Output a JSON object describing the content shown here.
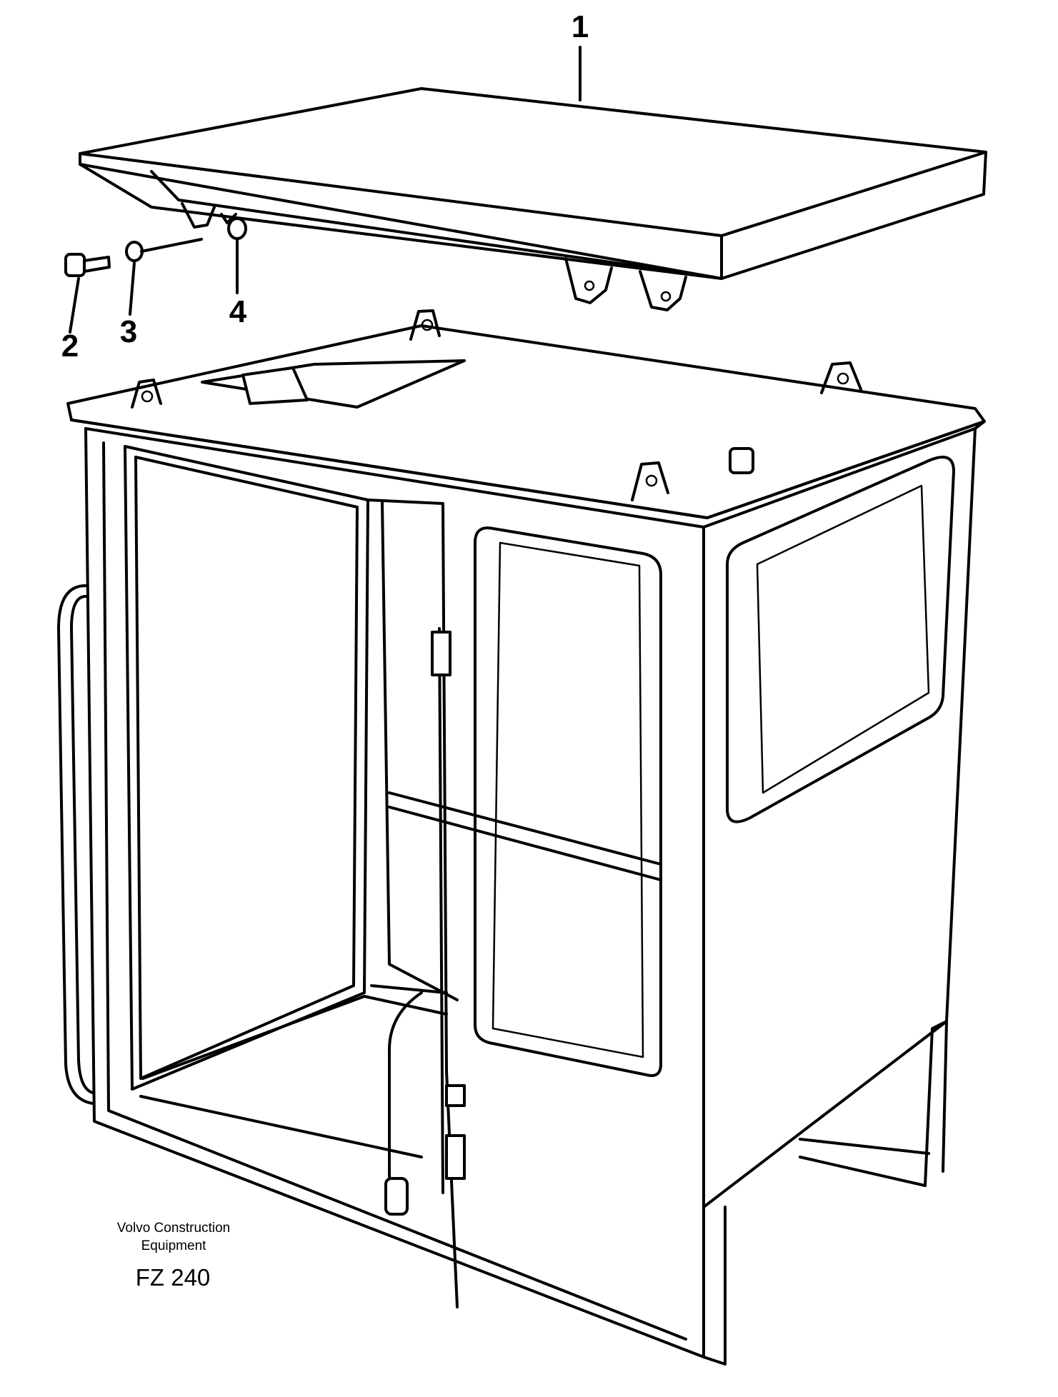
{
  "callouts": [
    {
      "id": "1",
      "label": "1"
    },
    {
      "id": "2",
      "label": "2"
    },
    {
      "id": "3",
      "label": "3"
    },
    {
      "id": "4",
      "label": "4"
    }
  ],
  "credit": {
    "line1": "Volvo Construction",
    "line2": "Equipment"
  },
  "figure_number": "FZ 240"
}
